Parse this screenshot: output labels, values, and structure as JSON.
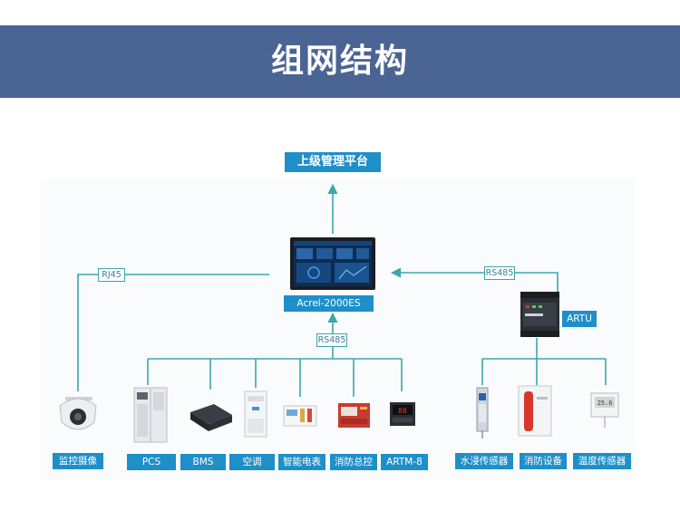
{
  "header": {
    "title": "组网结构"
  },
  "diagram": {
    "platform_label": "上级管理平台",
    "gateway_label": "Acrel-2000ES",
    "artu_label": "ARTU",
    "links": {
      "rj45": "RJ45",
      "rs485_right": "RS485",
      "rs485_bus": "RS485"
    },
    "devices": [
      "监控摄像",
      "PCS",
      "BMS",
      "空调",
      "智能电表",
      "消防总控",
      "ARTM-8",
      "水浸传感器",
      "消防设备",
      "温度传感器"
    ]
  },
  "colors": {
    "banner": "#4a6493",
    "label_bg": "#1e8fc9",
    "line": "#3aa7ad"
  }
}
